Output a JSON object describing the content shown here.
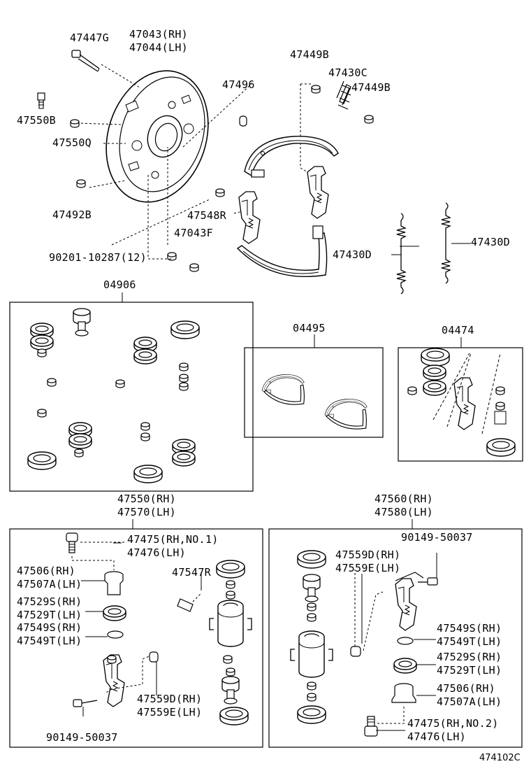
{
  "top": {
    "p_47447g": "47447G",
    "p_47043": "47043(RH)",
    "p_47044": "47044(LH)",
    "p_47449b_a": "47449B",
    "p_47430c": "47430C",
    "p_47449b_b": "47449B",
    "p_47496": "47496",
    "p_47550b": "47550B",
    "p_47550q": "47550Q",
    "p_47492b": "47492B",
    "p_47548r": "47548R",
    "p_47043f": "47043F",
    "p_90201": "90201-10287(12)",
    "p_47430d_l": "47430D",
    "p_47430d_r": "47430D"
  },
  "kits": {
    "k_04906": "04906",
    "k_04495": "04495",
    "k_04474": "04474"
  },
  "left_cyl": {
    "title_rh": "47550(RH)",
    "title_lh": "47570(LH)",
    "l_47475": "47475(RH,NO.1)",
    "l_47476": "47476(LH)",
    "l_47506": "47506(RH)",
    "l_47507a": "47507A(LH)",
    "l_47529s": "47529S(RH)",
    "l_47529t": "47529T(LH)",
    "l_47549s": "47549S(RH)",
    "l_47549t": "47549T(LH)",
    "l_47547r": "47547R",
    "l_47559d": "47559D(RH)",
    "l_47559e": "47559E(LH)",
    "l_90149": "90149-50037"
  },
  "right_cyl": {
    "title_rh": "47560(RH)",
    "title_lh": "47580(LH)",
    "l_90149": "90149-50037",
    "l_47559d": "47559D(RH)",
    "l_47559e": "47559E(LH)",
    "l_47549s": "47549S(RH)",
    "l_47549t": "47549T(LH)",
    "l_47529s": "47529S(RH)",
    "l_47529t": "47529T(LH)",
    "l_47506": "47506(RH)",
    "l_47507a": "47507A(LH)",
    "l_47475": "47475(RH,NO.2)",
    "l_47476": "47476(LH)"
  },
  "footer": {
    "code": "474102C"
  }
}
